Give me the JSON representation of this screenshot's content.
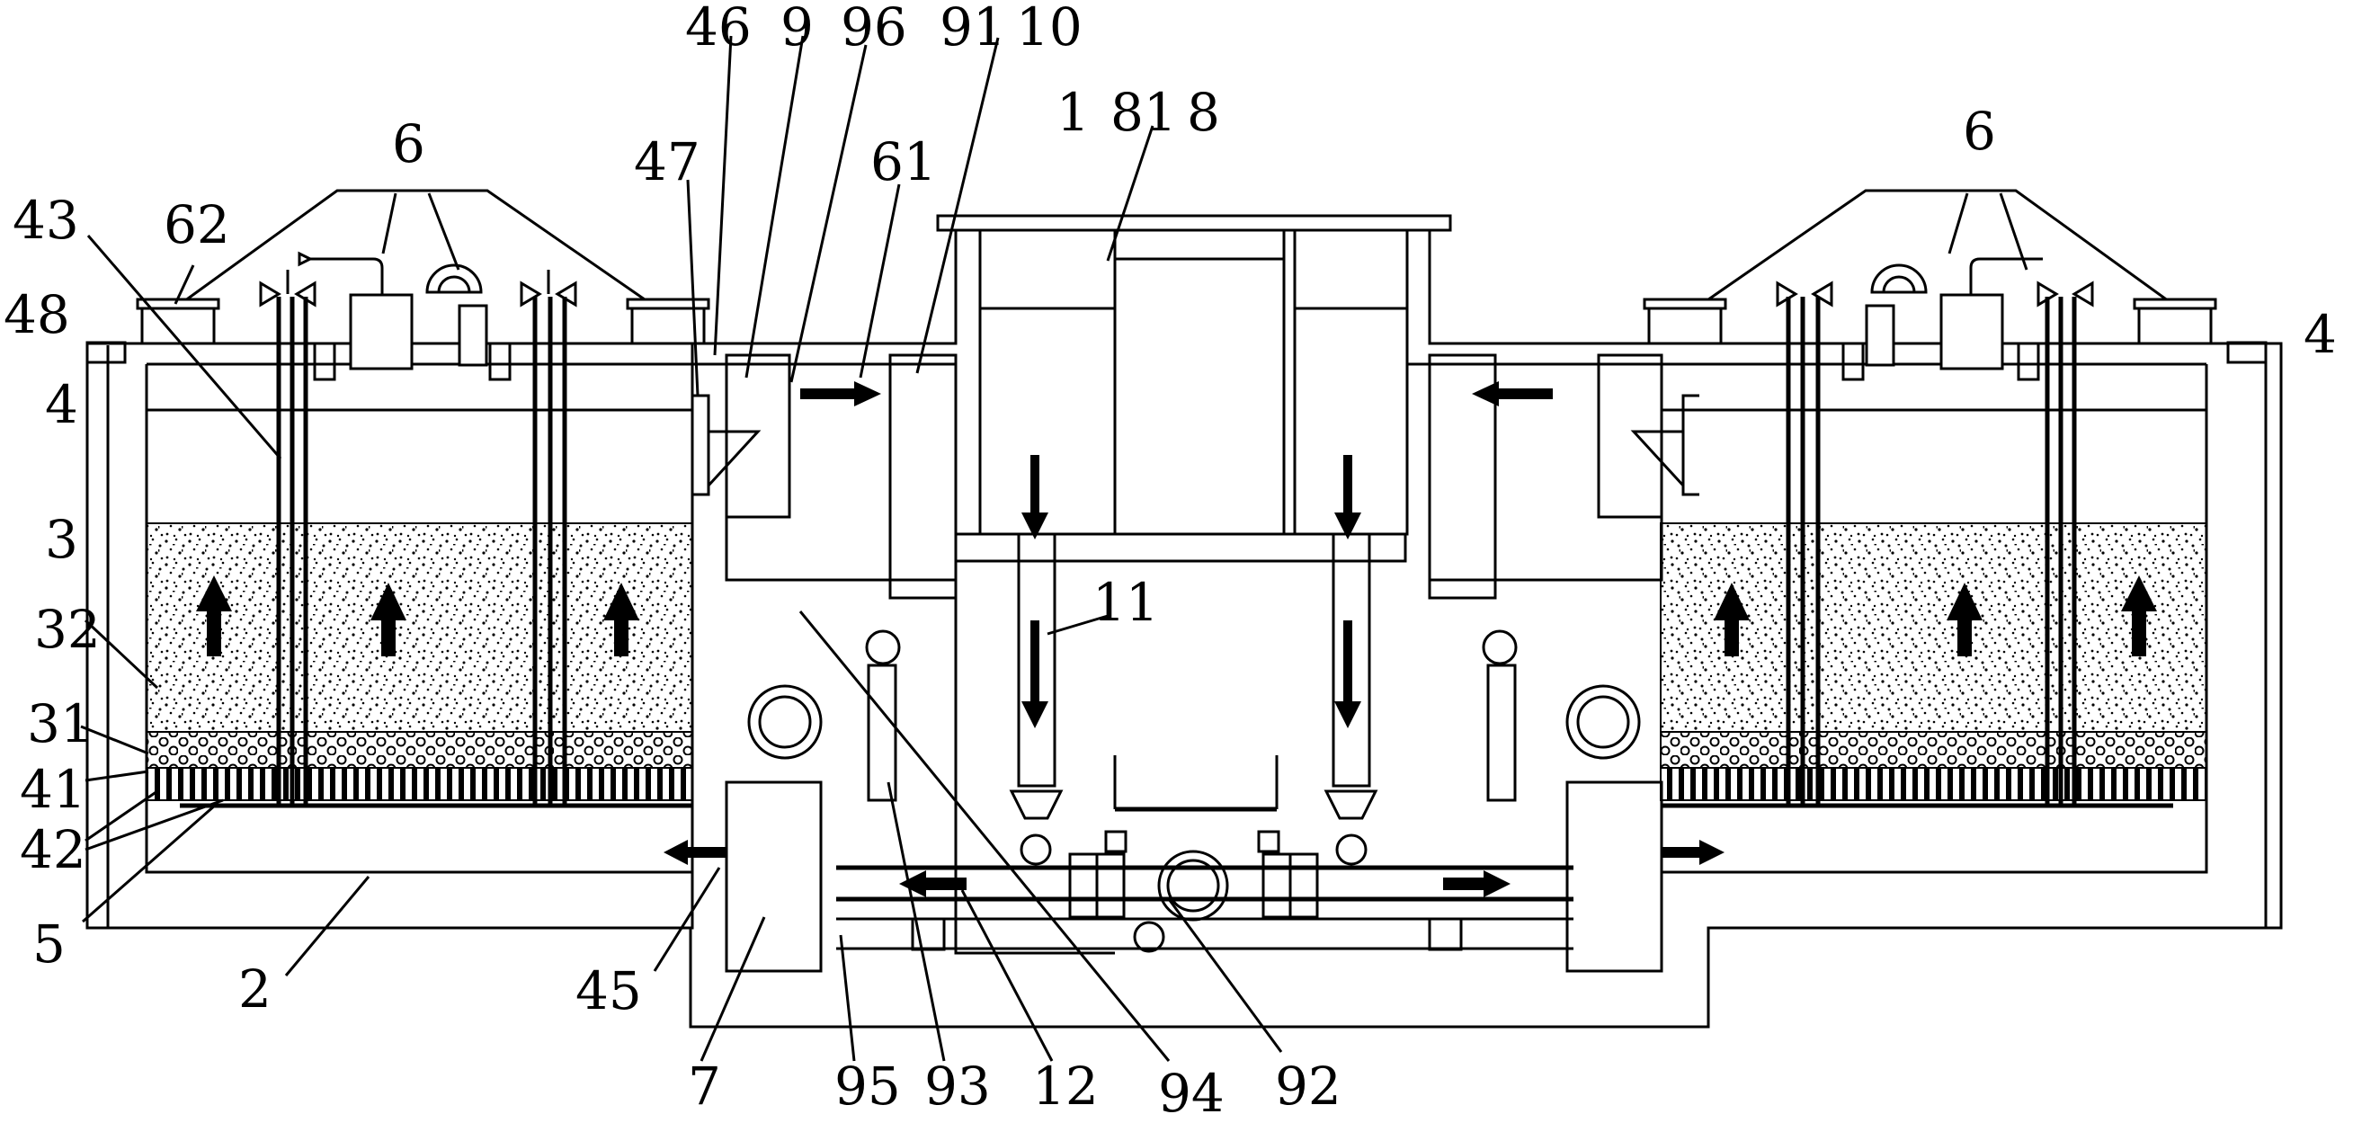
{
  "labels": {
    "l46": "46",
    "l9": "9",
    "l96": "96",
    "l91": "91",
    "l10": "10",
    "l6_left": "6",
    "l6_right": "6",
    "l1": "1",
    "l81": "81",
    "l8": "8",
    "l47": "47",
    "l61": "61",
    "l43": "43",
    "l62": "62",
    "l48": "48",
    "l4_left": "4",
    "l4_right": "4",
    "l3": "3",
    "l32": "32",
    "l31": "31",
    "l41": "41",
    "l42": "42",
    "l5": "5",
    "l2": "2",
    "l45": "45",
    "l7": "7",
    "l95": "95",
    "l93": "93",
    "l12": "12",
    "l94": "94",
    "l92": "92",
    "l11": "11"
  },
  "colors": {
    "line": "#000000",
    "background": "#ffffff"
  }
}
